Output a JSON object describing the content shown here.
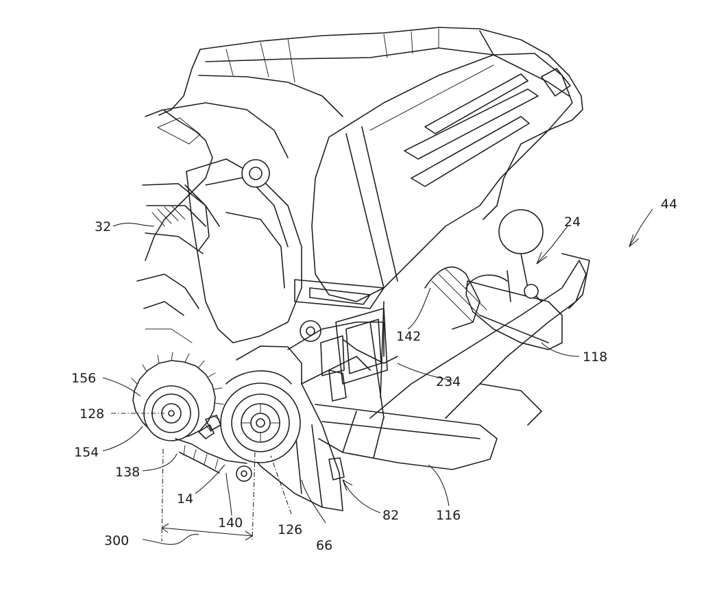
{
  "figure": {
    "reference_labels": {
      "r44": "44",
      "r24": "24",
      "r32": "32",
      "r118": "118",
      "r142": "142",
      "r234": "234",
      "r156": "156",
      "r128": "128",
      "r154": "154",
      "r138": "138",
      "r14": "14",
      "r140": "140",
      "r126": "126",
      "r66": "66",
      "r82": "82",
      "r116": "116",
      "r300": "300"
    }
  }
}
